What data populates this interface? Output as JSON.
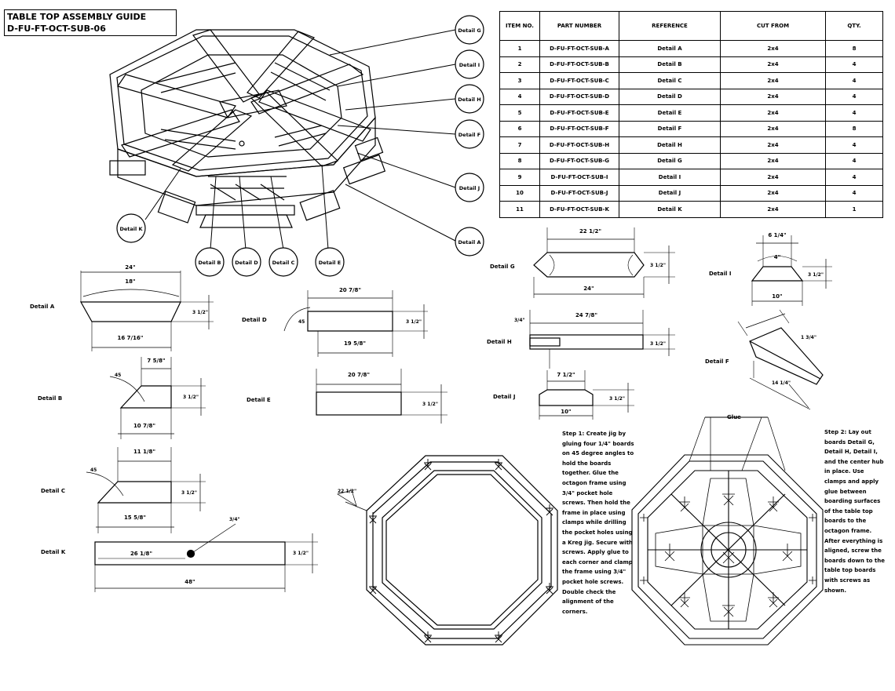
{
  "title": {
    "line1": "TABLE TOP ASSEMBLY GUIDE",
    "line2": "D-FU-FT-OCT-SUB-06"
  },
  "table": {
    "headers": [
      "ITEM NO.",
      "PART NUMBER",
      "REFERENCE",
      "CUT FROM",
      "QTY."
    ],
    "rows": [
      [
        "1",
        "D-FU-FT-OCT-SUB-A",
        "Detail A",
        "2x4",
        "8"
      ],
      [
        "2",
        "D-FU-FT-OCT-SUB-B",
        "Detail B",
        "2x4",
        "4"
      ],
      [
        "3",
        "D-FU-FT-OCT-SUB-C",
        "Detail C",
        "2x4",
        "4"
      ],
      [
        "4",
        "D-FU-FT-OCT-SUB-D",
        "Detail D",
        "2x4",
        "4"
      ],
      [
        "5",
        "D-FU-FT-OCT-SUB-E",
        "Detail E",
        "2x4",
        "4"
      ],
      [
        "6",
        "D-FU-FT-OCT-SUB-F",
        "Detail F",
        "2x4",
        "8"
      ],
      [
        "7",
        "D-FU-FT-OCT-SUB-H",
        "Detail H",
        "2x4",
        "4"
      ],
      [
        "8",
        "D-FU-FT-OCT-SUB-G",
        "Detail G",
        "2x4",
        "4"
      ],
      [
        "9",
        "D-FU-FT-OCT-SUB-I",
        "Detail I",
        "2x4",
        "4"
      ],
      [
        "10",
        "D-FU-FT-OCT-SUB-J",
        "Detail J",
        "2x4",
        "4"
      ],
      [
        "11",
        "D-FU-FT-OCT-SUB-K",
        "Detail K",
        "2x4",
        "1"
      ]
    ]
  },
  "balloons": {
    "g": "Detail G",
    "i": "Detail I",
    "h": "Detail H",
    "f": "Detail F",
    "j": "Detail J",
    "a": "Detail A",
    "k": "Detail K",
    "b": "Detail B",
    "d": "Detail D",
    "c": "Detail C",
    "e": "Detail E"
  },
  "detail_labels": {
    "a": "Detail A",
    "d": "Detail D",
    "g": "Detail G",
    "i": "Detail I",
    "b": "Detail B",
    "e": "Detail E",
    "h": "Detail H",
    "f": "Detail F",
    "j": "Detail J",
    "c": "Detail C",
    "k": "Detail K"
  },
  "dims": {
    "a_top": "24\"",
    "a_arc": "18\"",
    "a_bottom": "16 7/16\"",
    "a_height": "3 1/2\"",
    "d_top": "20 7/8\"",
    "d_bottom": "19 5/8\"",
    "d_height": "3 1/2\"",
    "d_angle": "45",
    "e_top": "20 7/8\"",
    "e_height": "3 1/2\"",
    "b_top": "7 5/8\"",
    "b_bottom": "10 7/8\"",
    "b_height": "3 1/2\"",
    "b_angle": "45",
    "c_top": "11 1/8\"",
    "c_bottom": "15 5/8\"",
    "c_height": "3 1/2\"",
    "c_angle": "45",
    "k_length": "26 1/8\"",
    "k_total": "48\"",
    "k_height": "3 1/2\"",
    "k_hole": "3/4\"",
    "g_top": "22 1/2\"",
    "g_bottom": "24\"",
    "g_height": "3 1/2\"",
    "h_length": "24 7/8\"",
    "h_height": "3 1/2\"",
    "h_small": "3/4\"",
    "j_top": "7 1/2\"",
    "j_bottom": "10\"",
    "j_height": "3 1/2\"",
    "i_top": "6 1/4\"",
    "i_mid": "4\"",
    "i_bottom": "10\"",
    "i_height": "3 1/2\"",
    "f_a": "1 3/4\"",
    "f_b": "14 1/4\"",
    "oct_angle": "22 1/2\"",
    "glue": "Glue"
  },
  "notes": {
    "step1": "Step 1: Create jig by gluing four 1/4\" boards on 45 degree angles to hold the boards together. Glue the octagon frame using 3/4\" pocket hole screws. Then hold the frame in place using clamps while drilling the pocket holes using a Kreg jig. Secure with screws. Apply glue to each corner and clamp the frame using 3/4\" pocket hole screws. Double check the alignment of the corners.",
    "step2": "Step 2: Lay out boards Detail G, Detail H, Detail I, and the center hub in place. Use clamps and apply glue between boarding surfaces of the table top boards to the octagon frame. After everything is aligned, screw the boards down to the table top boards with screws as shown."
  }
}
